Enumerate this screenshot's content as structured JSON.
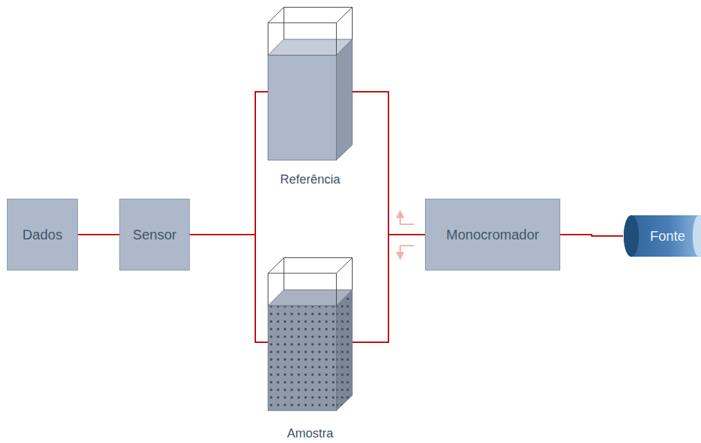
{
  "diagram": {
    "nodes": [
      {
        "text": [
          "Dados"
        ]
      },
      {
        "text": [
          "Sensor"
        ]
      },
      {
        "text": [
          "Referência"
        ]
      },
      {
        "text": [
          "Amostra"
        ]
      },
      {
        "text": [
          "Monocromador"
        ]
      },
      {
        "text": [
          "Fonte"
        ]
      }
    ],
    "edges": [
      {
        "from": 5,
        "to": 4,
        "arrow": "none"
      },
      {
        "from": 4,
        "to": 2,
        "arrow": "none"
      },
      {
        "from": 4,
        "to": 3,
        "arrow": "none"
      },
      {
        "from": 2,
        "to": 1,
        "arrow": "none"
      },
      {
        "from": 3,
        "to": 1,
        "arrow": "none"
      },
      {
        "from": 1,
        "to": 0,
        "arrow": "none"
      }
    ]
  }
}
